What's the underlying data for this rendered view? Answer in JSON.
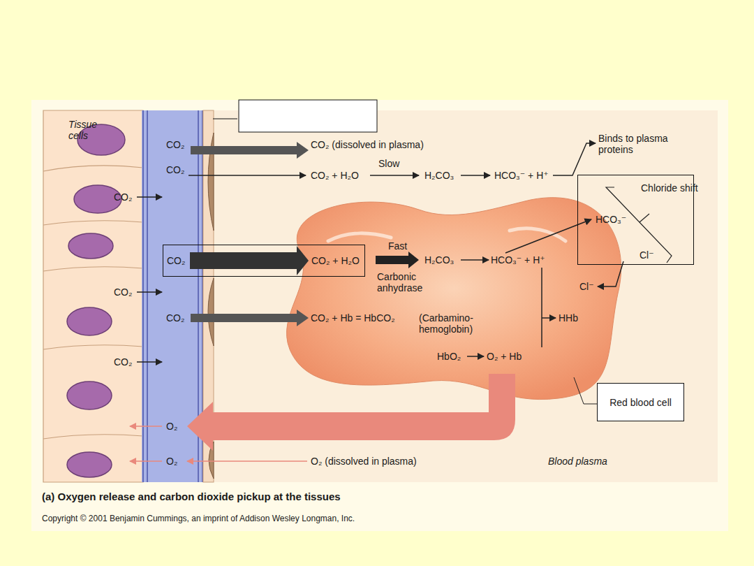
{
  "diagram": {
    "caption": "(a) Oxygen release and carbon dioxide pickup at the tissues",
    "nodes": [
      {
        "text": [
          "CO₂",
          "CO₂ + H₂O"
        ]
      },
      {
        "text": [
          "Chloride shift",
          "HCO₃⁻",
          "Cl⁻"
        ]
      },
      {
        "text": [
          "Red blood cell"
        ]
      }
    ],
    "labels": [
      "Tissue cells",
      "CO₂",
      "CO₂ (dissolved in plasma)",
      "CO₂",
      "CO₂ + H₂O",
      "Slow",
      "H₂CO₃",
      "HCO₃⁻ + H⁺",
      "Binds to plasma proteins",
      "CO₂",
      "Fast",
      "H₂CO₃",
      "HCO₃⁻ + H⁺",
      "Carbonic anhydrase",
      "Cl⁻",
      "CO₂",
      "CO₂",
      "CO₂ + Hb = HbCO₂",
      "(Carbamino-hemoglobin)",
      "HHb",
      "HbO₂",
      "O₂ + Hb",
      "CO₂",
      "O₂",
      "O₂",
      "O₂ (dissolved in plasma)",
      "Blood plasma",
      "Copyright © 2001 Benjamin Cummings, an imprint of Addison Wesley Longman, Inc."
    ]
  }
}
